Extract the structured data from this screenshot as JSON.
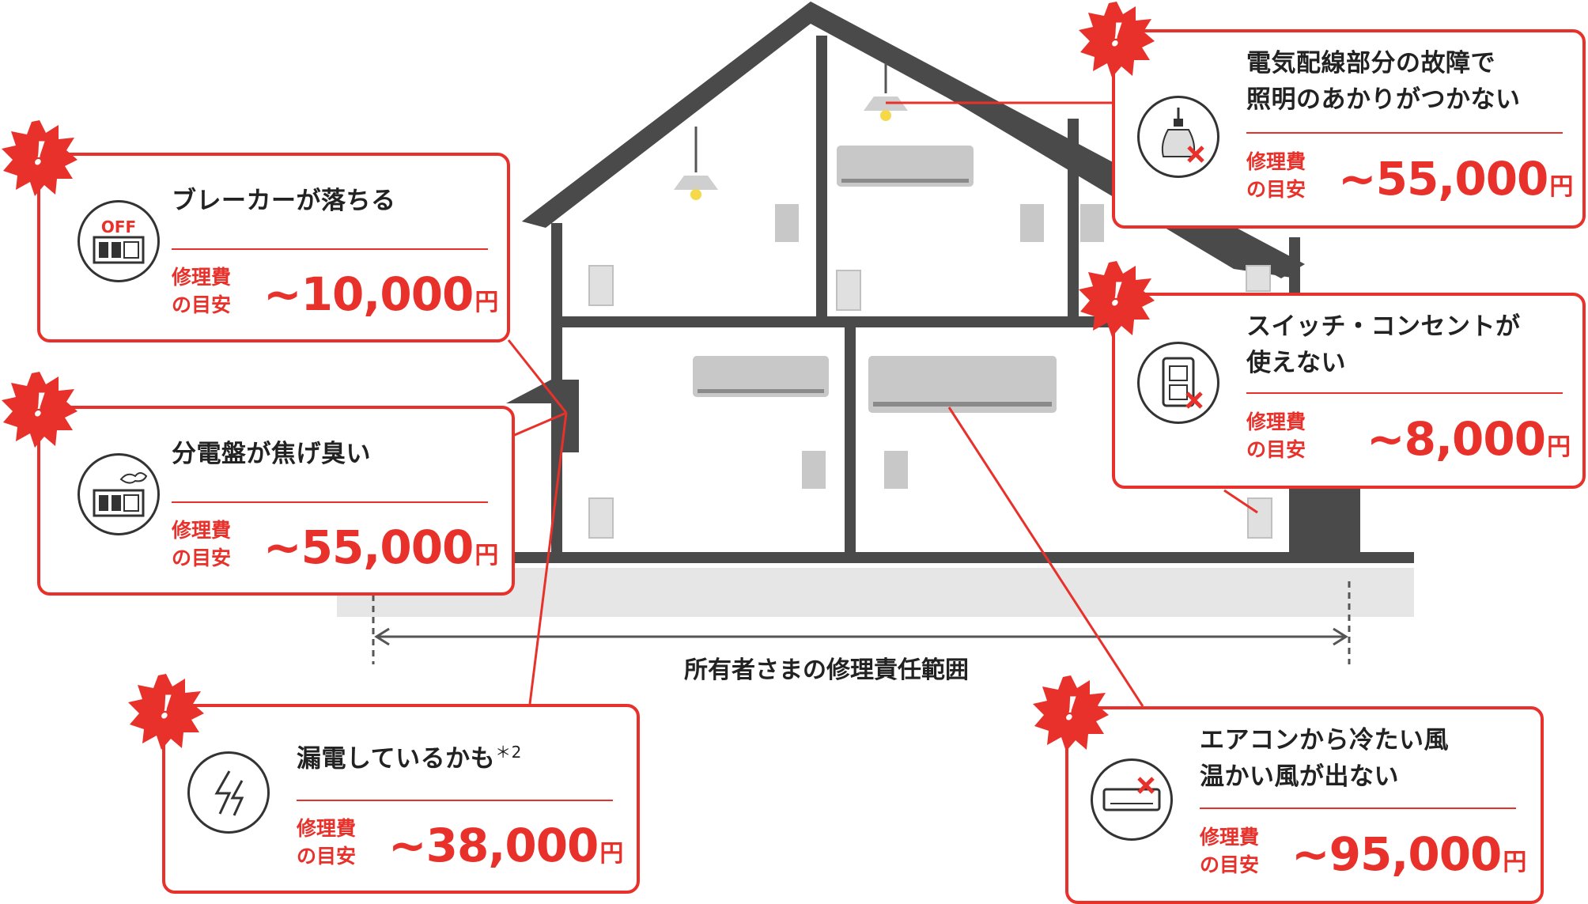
{
  "range_label": "所有者さまの修理責任範囲",
  "cost_label_line1": "修理費",
  "cost_label_line2": "の目安",
  "exclamation": "!",
  "icon_text_off": "OFF",
  "colors": {
    "accent": "#e8312b",
    "house": "#4a4a4a",
    "ground": "#e6e6e6",
    "appliance": "#c8c8c8"
  },
  "cards": {
    "breaker": {
      "title": "ブレーカーが落ちる",
      "cost": "~10,000",
      "unit": "円",
      "icon": "breaker-off-icon"
    },
    "panel_smell": {
      "title": "分電盤が焦げ臭い",
      "cost": "~55,000",
      "unit": "円",
      "icon": "panel-smoke-icon"
    },
    "leak": {
      "title": "漏電しているかも",
      "note": "＊2",
      "cost": "~38,000",
      "unit": "円",
      "icon": "lightning-icon"
    },
    "lighting": {
      "title_line1": "電気配線部分の故障で",
      "title_line2": "照明のあかりがつかない",
      "cost": "~55,000",
      "unit": "円",
      "icon": "lightbulb-broken-icon"
    },
    "switch": {
      "title_line1": "スイッチ・コンセントが",
      "title_line2": "使えない",
      "cost": "~8,000",
      "unit": "円",
      "icon": "outlet-broken-icon"
    },
    "aircon": {
      "title_line1": "エアコンから冷たい風",
      "title_line2": "温かい風が出ない",
      "cost": "~95,000",
      "unit": "円",
      "icon": "aircon-broken-icon"
    }
  }
}
